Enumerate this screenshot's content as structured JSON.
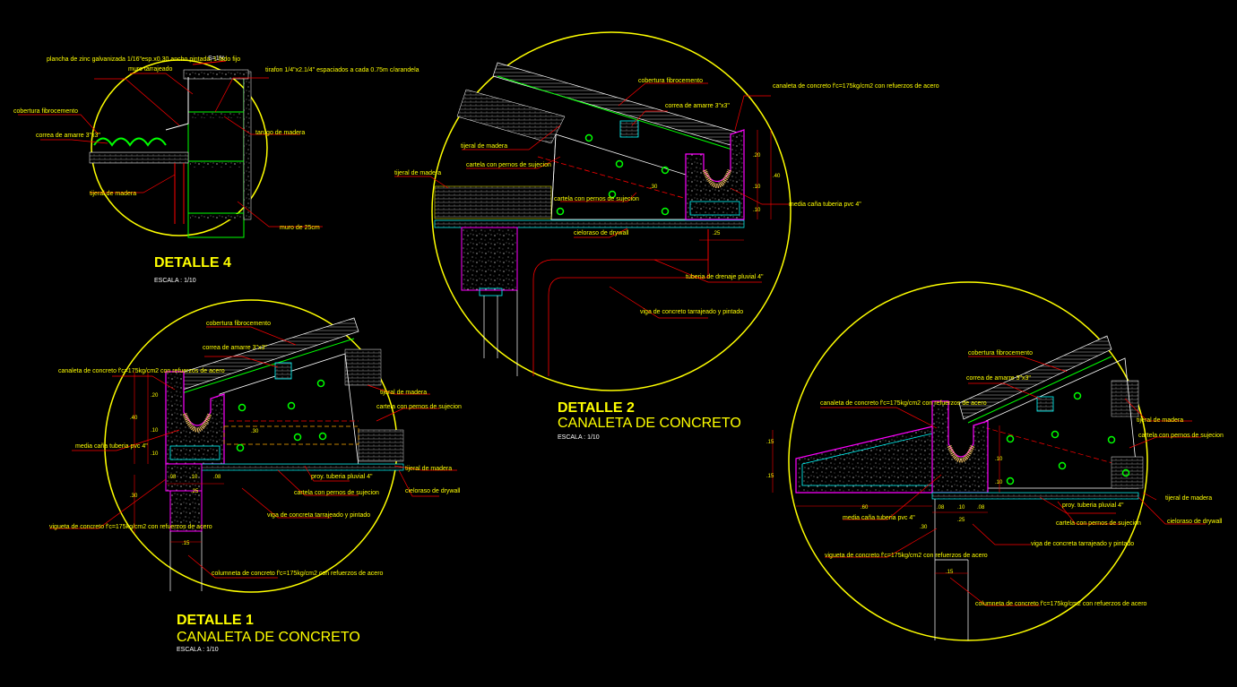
{
  "detalle4": {
    "title": "DETALLE 4",
    "scale": "ESCALA : 1/10",
    "slope": "S=1%",
    "labels": {
      "plancha": "plancha de zinc galvanizada 1/16\"esp.x0.30 ancho pintada, 1 lado fijo",
      "muro_tarrajeado": "muro tarrajeado",
      "tirafon": "tirafon 1/4\"x2.1/4\" espaciados a cada 0.75m c/arandela",
      "cobertura": "cobertura fibrocemento",
      "correa": "correa de amarre 3\"x3\"",
      "tarugo": "tarugo de madera",
      "tijeral": "tijeral de madera",
      "muro25": "muro de 25cm"
    }
  },
  "detalle2": {
    "title": "DETALLE 2",
    "subtitle": "CANALETA DE CONCRETO",
    "scale": "ESCALA : 1/10",
    "labels": {
      "cobertura": "cobertura fibrocemento",
      "canaleta": "canaleta de concreto f'c=175kg/cm2 con refuerzos de acero",
      "correa": "correa de amarre 3\"x3\"",
      "tijeral1": "tijeral de madera",
      "cartela1": "cartela con pernos de sujecion",
      "tijeral2": "tijeral de madera",
      "cartela2": "cartela con pernos de sujecion",
      "media_cana": "media caña tuberia pvc 4\"",
      "cieloraso": "cieloraso de drywall",
      "tuberia_drenaje": "tuberia de drenaje pluvial 4\"",
      "viga": "viga de concreto tarrajeado y pintado"
    },
    "dims": [
      ".20",
      ".40",
      ".10",
      ".10",
      ".25",
      ".30"
    ]
  },
  "detalle1": {
    "title": "DETALLE 1",
    "subtitle": "CANALETA DE CONCRETO",
    "scale": "ESCALA : 1/10",
    "labels": {
      "cobertura": "cobertura fibrocemento",
      "correa": "correa de amarre 3\"x3\"",
      "canaleta": "canaleta de concreto f'c=175kg/cm2 con refuerzos de acero",
      "tijeral1": "tijeral de madera",
      "cartela1": "cartela con pernos de sujecion",
      "media_cana": "media caña tuberia pvc 4\"",
      "tijeral2": "tijeral de madera",
      "proy_tuberia": "proy. tuberia pluvial 4\"",
      "cieloraso": "cieloraso de drywall",
      "cartela2": "cartela con pernos de sujecion",
      "vigueta": "vigueta de concreto f'c=175kg/cm2 con refuerzos de acero",
      "viga": "viga de concreta tarrajeado y pintado",
      "columneta": "columneta de concreto f'c=175kg/cm2 con refuerzos de acero"
    },
    "dims": [
      ".20",
      ".40",
      ".10",
      ".10",
      ".30",
      ".08",
      ".10",
      ".08",
      ".25",
      ".15",
      ".30"
    ]
  },
  "detalle3": {
    "labels": {
      "cobertura": "cobertura fibrocemento",
      "correa": "correa de amarre 3\"x3\"",
      "canaleta": "canaleta de concreto f'c=175kg/cm2 con refuerzos de acero",
      "tijeral1": "tijeral de madera",
      "cartela1": "cartela con pernos de sujecion",
      "tijeral2": "tijeral de madera",
      "cieloraso": "cieloraso de drywall",
      "media_cana": "media caña tuberia pvc 4\"",
      "proy_tuberia": "proy. tuberia pluvial 4\"",
      "cartela2": "cartela con pernos de sujecion",
      "vigueta": "vigueta de concreto f'c=175kg/cm2 con refuerzos de acero",
      "viga": "viga de concreta tarrajeado y pintado",
      "columneta": "columneta de concreto f'c=175kg/cm2 con refuerzos de acero"
    },
    "dims": [
      ".15",
      ".15",
      ".60",
      ".08",
      ".10",
      ".08",
      ".25",
      ".30",
      ".15",
      ".10",
      ".10"
    ]
  },
  "colors": {
    "background": "#000000",
    "circle": "#ffff00",
    "leader": "#ff0000",
    "wall": "#00ff00",
    "gutter": "#ff00ff",
    "rebar": "#00ffff",
    "text": "#ffff00",
    "roof": "#ffffff",
    "pipe": "#ff6600"
  }
}
